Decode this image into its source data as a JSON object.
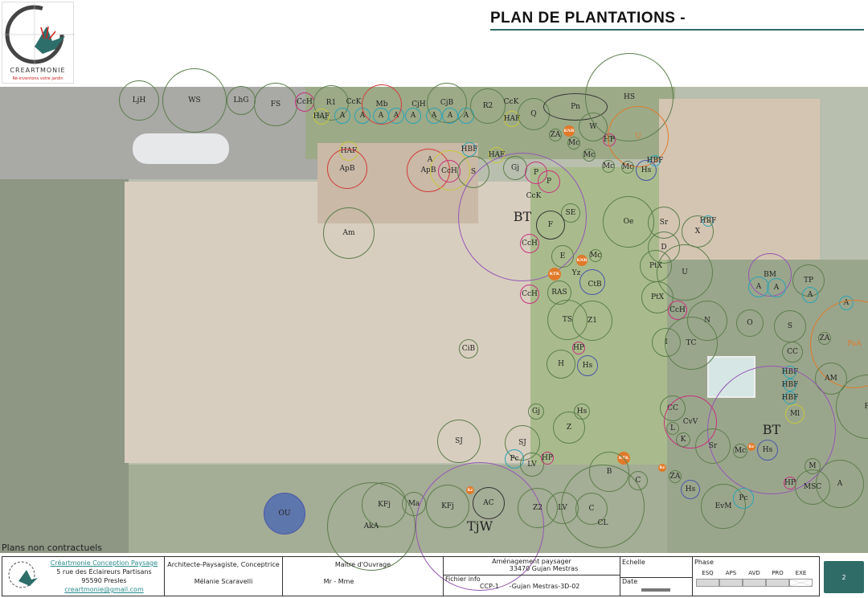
{
  "header": {
    "title": "PLAN DE PLANTATIONS -",
    "logo_text": "CREARTMONIE",
    "logo_tagline": "Ré-inventons votre jardin"
  },
  "palette": {
    "green": "#5c7d4c",
    "magenta": "#c8307e",
    "teal": "#2aa3b5",
    "red": "#d43a3a",
    "orange": "#e07a2a",
    "purple": "#9456b5",
    "yellow": "#c8c83a",
    "dark": "#333333",
    "blue": "#4a56a8",
    "accent": "#2f6b67"
  },
  "plan": {
    "labels": [
      "LjH",
      "WS",
      "LhG",
      "FS",
      "CcH",
      "R1",
      "HAF",
      "CcK",
      "A",
      "A",
      "A",
      "A",
      "A",
      "A",
      "A",
      "A",
      "Mb",
      "CjH",
      "CjB",
      "R2",
      "CcK",
      "HAF",
      "Q",
      "Pn",
      "HS",
      "W",
      "ZA",
      "KNR",
      "Mc",
      "HP",
      "U",
      "Mc",
      "Mc",
      "Mc",
      "Hs",
      "HBF",
      "HAF",
      "ApB",
      "ApB",
      "A",
      "CcH",
      "S",
      "HBF",
      "HAF",
      "Gj",
      "P",
      "P",
      "CcK",
      "BT",
      "SE",
      "F",
      "Oe",
      "Sr",
      "HBF",
      "X",
      "D",
      "PtX",
      "U",
      "CcH",
      "Am",
      "E",
      "KNR",
      "Mc",
      "KTK",
      "Yz",
      "CtB",
      "BM",
      "A",
      "A",
      "TP",
      "A",
      "A",
      "PtX",
      "CcH",
      "N",
      "RAS",
      "CcH",
      "TS",
      "Z1",
      "O",
      "S",
      "ZA",
      "PaA",
      "I",
      "TC",
      "CC",
      "CiB",
      "HP",
      "H",
      "Hs",
      "HBF",
      "HBF",
      "HBF",
      "AM",
      "Fj",
      "BT",
      "Ml",
      "CC",
      "CvV",
      "L",
      "K",
      "Sr",
      "Mc",
      "Kr",
      "Hs",
      "Gj",
      "Hs",
      "Z",
      "SJ",
      "SJ",
      "Pc",
      "LV",
      "HP",
      "KTK",
      "B",
      "C",
      "Kr",
      "ZA",
      "Hs",
      "M",
      "HP",
      "MSC",
      "A",
      "EvM",
      "Pc",
      "KFj",
      "Ma",
      "KFj",
      "Kr",
      "AC",
      "AkA",
      "TjW",
      "Z2",
      "LV",
      "C",
      "CL",
      "OU"
    ]
  },
  "footer": {
    "disclaimer": "Plans non contractuels",
    "company": "Créartmonie Conception Paysage",
    "address1": "5 rue des Éclaireurs Partisans",
    "address2": "95590 Presles",
    "email": "creartmonie@gmail.com",
    "role": "Architecte-Paysagiste, Conceptrice",
    "designer": "Mélanie Scaravelli",
    "owner_label": "Maître d'Ouvrage",
    "owner": "Mr - Mme",
    "project": "Aménagement paysager",
    "location": "33470 Gujan Mestras",
    "file_label": "Fichier info",
    "file_name": "CCP-1     -Gujan Mestras-3D-02",
    "scale_label": "Echelle",
    "date_label": "Date",
    "phase_label": "Phase",
    "phases": [
      "ESQ",
      "APS",
      "AVD",
      "PRO",
      "EXE"
    ],
    "page": "2"
  }
}
